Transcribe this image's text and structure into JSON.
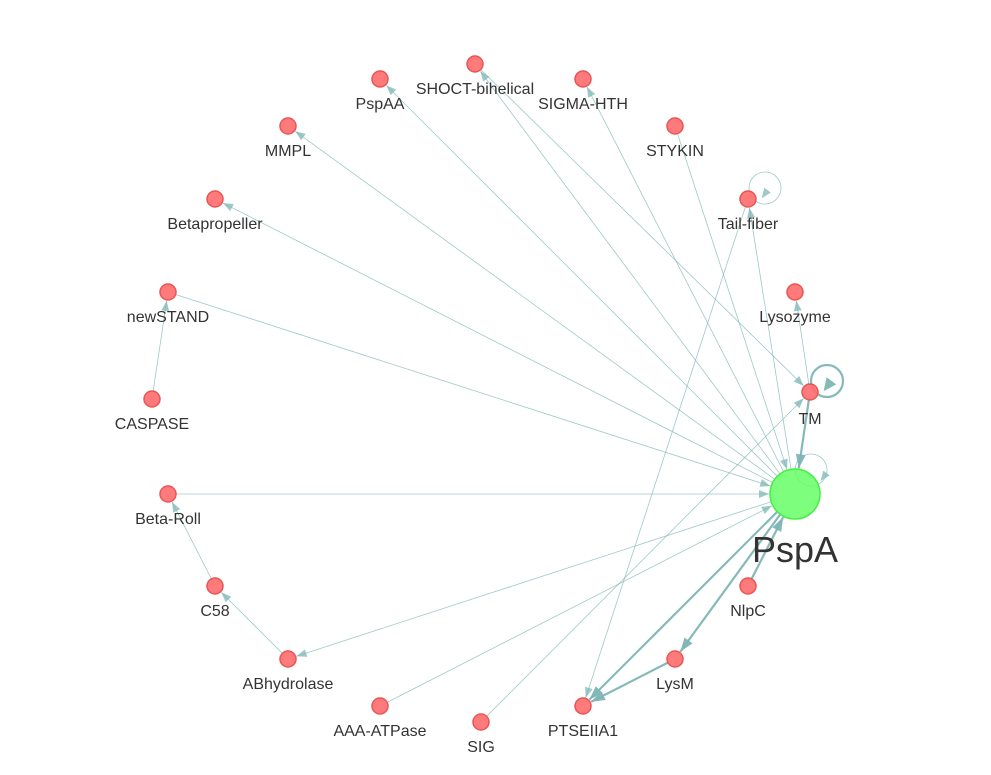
{
  "graph": {
    "colors": {
      "center_node": "#66ff66",
      "center_node_stroke": "#44ee44",
      "node": "#ff6b6b",
      "node_stroke": "#e85555",
      "edge": "#7fb5b5",
      "label": "#333333"
    },
    "nodes": [
      {
        "id": "PspA",
        "label": "PspA",
        "type": "center"
      },
      {
        "id": "SHOCT-bihelical",
        "label": "SHOCT-bihelical",
        "type": "domain"
      },
      {
        "id": "PspAA",
        "label": "PspAA",
        "type": "domain"
      },
      {
        "id": "SIGMA-HTH",
        "label": "SIGMA-HTH",
        "type": "domain"
      },
      {
        "id": "MMPL",
        "label": "MMPL",
        "type": "domain"
      },
      {
        "id": "STYKIN",
        "label": "STYKIN",
        "type": "domain"
      },
      {
        "id": "Betapropeller",
        "label": "Betapropeller",
        "type": "domain"
      },
      {
        "id": "Tail-fiber",
        "label": "Tail-fiber",
        "type": "domain"
      },
      {
        "id": "newSTAND",
        "label": "newSTAND",
        "type": "domain"
      },
      {
        "id": "Lysozyme",
        "label": "Lysozyme",
        "type": "domain"
      },
      {
        "id": "CASPASE",
        "label": "CASPASE",
        "type": "domain"
      },
      {
        "id": "TM",
        "label": "TM",
        "type": "domain"
      },
      {
        "id": "Beta-Roll",
        "label": "Beta-Roll",
        "type": "domain"
      },
      {
        "id": "C58",
        "label": "C58",
        "type": "domain"
      },
      {
        "id": "NlpC",
        "label": "NlpC",
        "type": "domain"
      },
      {
        "id": "ABhydrolase",
        "label": "ABhydrolase",
        "type": "domain"
      },
      {
        "id": "LysM",
        "label": "LysM",
        "type": "domain"
      },
      {
        "id": "AAA-ATPase",
        "label": "AAA-ATPase",
        "type": "domain"
      },
      {
        "id": "SIG",
        "label": "SIG",
        "type": "domain"
      },
      {
        "id": "PTSEIIA1",
        "label": "PTSEIIA1",
        "type": "domain"
      }
    ],
    "edges": [
      {
        "source": "PspA",
        "target": "SHOCT-bihelical",
        "weight": 1
      },
      {
        "source": "PspA",
        "target": "PspAA",
        "weight": 1
      },
      {
        "source": "PspA",
        "target": "SIGMA-HTH",
        "weight": 1
      },
      {
        "source": "PspA",
        "target": "MMPL",
        "weight": 1
      },
      {
        "source": "PspA",
        "target": "Betapropeller",
        "weight": 1
      },
      {
        "source": "newSTAND",
        "target": "PspA",
        "weight": 1
      },
      {
        "source": "CASPASE",
        "target": "newSTAND",
        "weight": 1
      },
      {
        "source": "Beta-Roll",
        "target": "PspA",
        "weight": 1
      },
      {
        "source": "C58",
        "target": "Beta-Roll",
        "weight": 1
      },
      {
        "source": "ABhydrolase",
        "target": "C58",
        "weight": 1
      },
      {
        "source": "PspA",
        "target": "ABhydrolase",
        "weight": 1
      },
      {
        "source": "AAA-ATPase",
        "target": "PspA",
        "weight": 1
      },
      {
        "source": "SIG",
        "target": "TM",
        "weight": 1
      },
      {
        "source": "STYKIN",
        "target": "PspA",
        "weight": 1
      },
      {
        "source": "Tail-fiber",
        "target": "PTSEIIA1",
        "weight": 1
      },
      {
        "source": "PspA",
        "target": "Tail-fiber",
        "weight": 1
      },
      {
        "source": "Tail-fiber",
        "target": "Tail-fiber",
        "weight": 1
      },
      {
        "source": "SHOCT-bihelical",
        "target": "TM",
        "weight": 1
      },
      {
        "source": "TM",
        "target": "Lysozyme",
        "weight": 1
      },
      {
        "source": "TM",
        "target": "PspA",
        "weight": 2
      },
      {
        "source": "TM",
        "target": "TM",
        "weight": 2
      },
      {
        "source": "PspA",
        "target": "PspA",
        "weight": 1
      },
      {
        "source": "NlpC",
        "target": "PspA",
        "weight": 2
      },
      {
        "source": "PspA",
        "target": "LysM",
        "weight": 2
      },
      {
        "source": "PspA",
        "target": "PTSEIIA1",
        "weight": 2
      },
      {
        "source": "LysM",
        "target": "PTSEIIA1",
        "weight": 2
      }
    ]
  }
}
